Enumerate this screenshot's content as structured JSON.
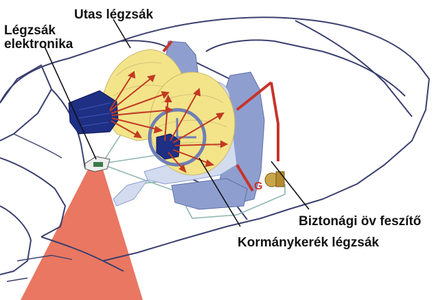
{
  "labels": {
    "passenger_airbag": "Utas légzsák",
    "electronics_line1": "Légzsák",
    "electronics_line2": "elektronika",
    "belt_tensioner": "Biztonági öv feszítő",
    "steering_airbag": "Kormánykerék légzsák"
  },
  "colors": {
    "airbag": "#f3e48a",
    "arrow": "#c23a22",
    "seat": "#8e9fcf",
    "module": "#1e2f84",
    "sensor_cone": "#e8705a",
    "car_outline": "#3a3f6e",
    "belt": "#c8332b",
    "wiring": "#8fb6b0"
  }
}
